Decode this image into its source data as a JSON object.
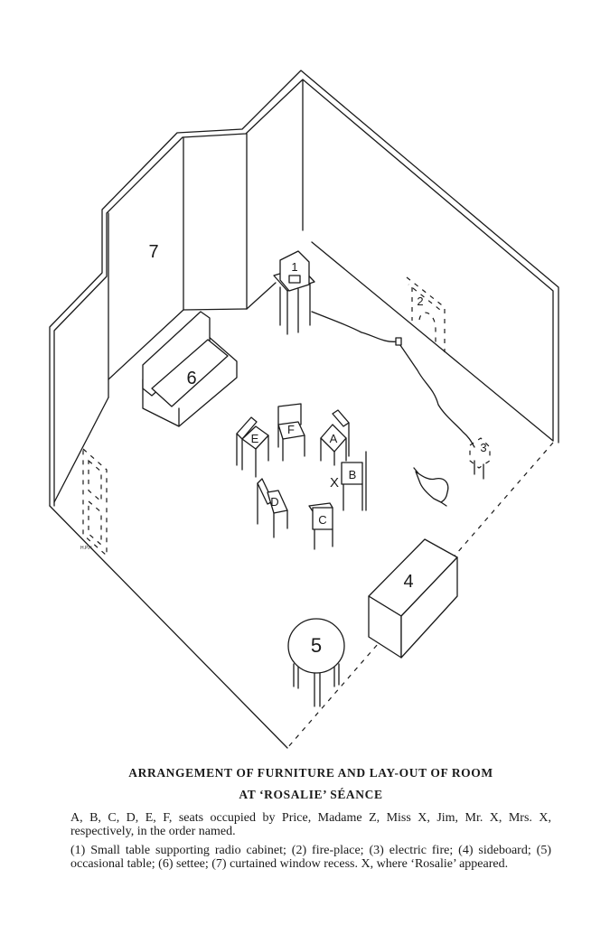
{
  "figure": {
    "labels": {
      "radio_table": "1",
      "fireplace": "2",
      "electric_fire": "3",
      "sideboard": "4",
      "occasional_table": "5",
      "settee": "6",
      "window_recess": "7",
      "apparition_mark": "X",
      "chairs": [
        "A",
        "B",
        "C",
        "D",
        "E",
        "F"
      ],
      "artist_initials": "H.P.H."
    }
  },
  "caption": {
    "title_line1": "ARRANGEMENT OF FURNITURE AND LAY-OUT OF ROOM",
    "title_line2": "AT ‘ROSALIE’ SÉANCE",
    "para1": "A, B, C, D, E, F, seats occupied by Price, Madame Z, Miss X, Jim, Mr. X, Mrs. X, respectively, in the order named.",
    "para2": "(1) Small table supporting radio cabinet; (2) fire-place; (3) electric fire; (4) sideboard; (5) occasional table; (6) settee; (7) curtained window recess. X, where ‘Rosalie’ appeared."
  }
}
